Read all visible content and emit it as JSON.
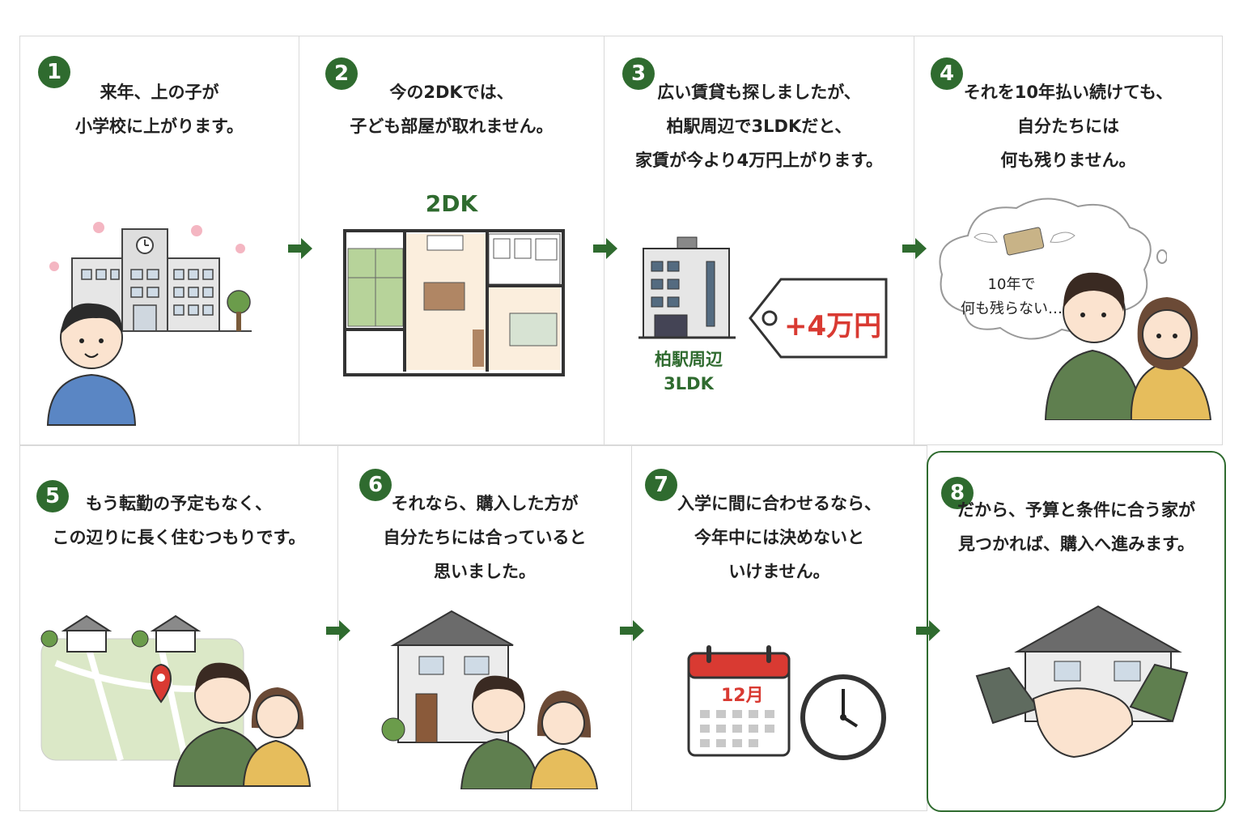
{
  "colors": {
    "accent": "#2f6b2f",
    "price": "#d93a32",
    "wall": "#e3e3e3",
    "shirt": "#5f7f4f",
    "shirt2": "#e6bd5c"
  },
  "steps": [
    {
      "num": "1",
      "lines": [
        "来年、上の子が",
        "小学校に上がります。"
      ]
    },
    {
      "num": "2",
      "lines": [
        "今の2DKでは、",
        "子ども部屋が取れません。"
      ],
      "plan_label": "2DK"
    },
    {
      "num": "3",
      "lines": [
        "広い賃貸も探しましたが、",
        "柏駅周辺で3LDKだと、",
        "家賃が今より4万円上がります。"
      ],
      "building_label_1": "柏駅周辺",
      "building_label_2": "3LDK",
      "price_tag": "+4万円"
    },
    {
      "num": "4",
      "lines": [
        "それを10年払い続けても、",
        "自分たちには",
        "何も残りません。"
      ],
      "thought_1": "10年で",
      "thought_2": "何も残らない…"
    },
    {
      "num": "5",
      "lines": [
        "もう転勤の予定もなく、",
        "この辺りに長く住むつもりです。"
      ]
    },
    {
      "num": "6",
      "lines": [
        "それなら、購入した方が",
        "自分たちには合っていると",
        "思いました。"
      ]
    },
    {
      "num": "7",
      "lines": [
        "入学に間に合わせるなら、",
        "今年中には決めないと",
        "いけません。"
      ],
      "calendar_month": "12月"
    },
    {
      "num": "8",
      "lines": [
        "だから、予算と条件に合う家が",
        "見つかれば、購入へ進みます。"
      ]
    }
  ]
}
